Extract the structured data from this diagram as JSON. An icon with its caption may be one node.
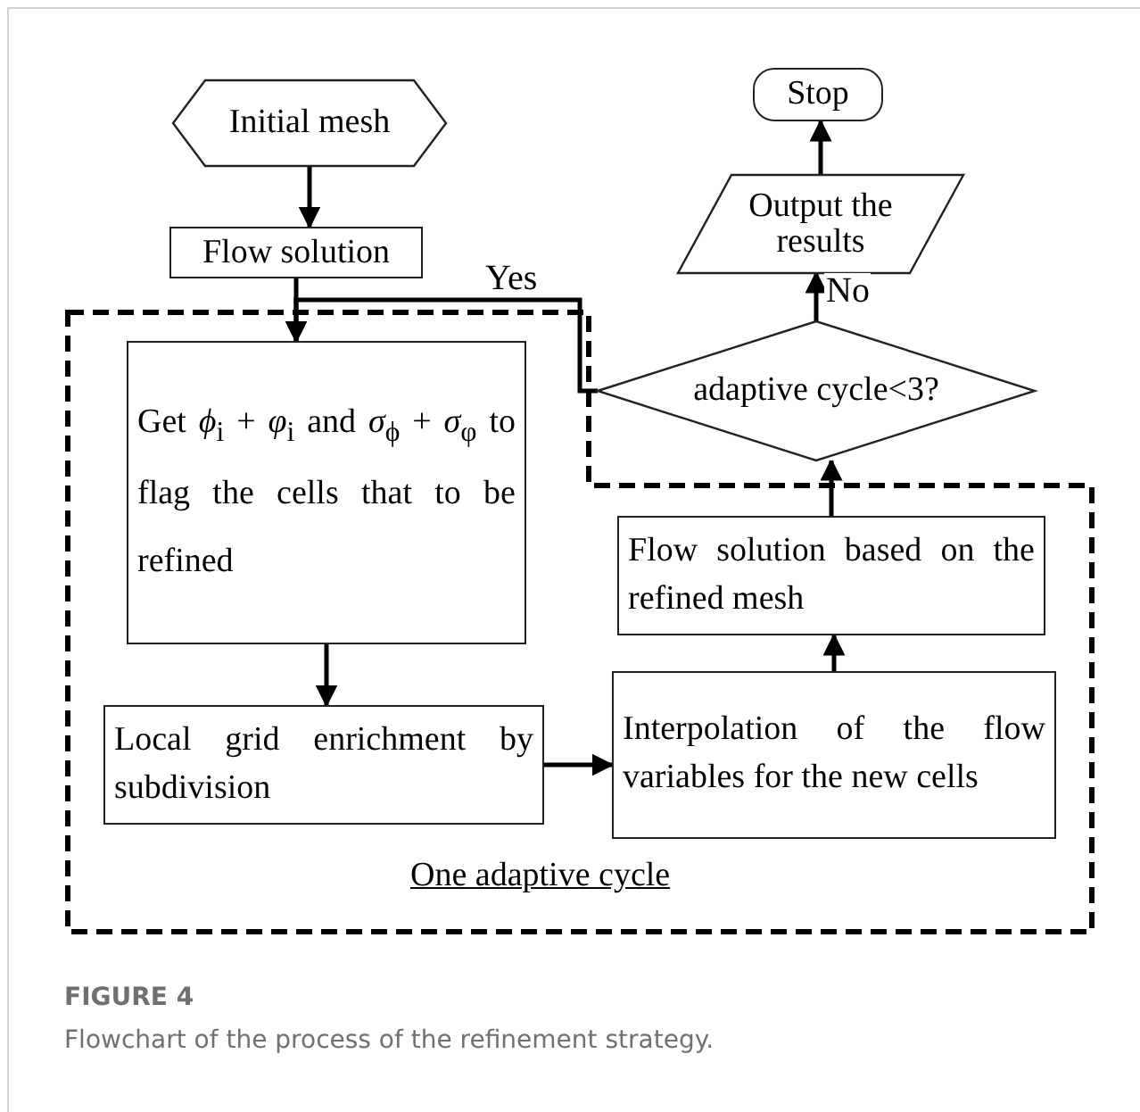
{
  "diagram": {
    "title": "FIGURE 4",
    "caption": "Flowchart of the process of the refinement strategy.",
    "nodes": [
      {
        "text": [
          "Initial mesh"
        ]
      },
      {
        "text": [
          "Flow solution"
        ]
      },
      {
        "text": [
          "One adaptive cycle"
        ]
      },
      {
        "text": [
          "Get *ϕ*$_{i}$ + *φ*$_{i}$ and *σ*$_{ϕ}$ + *σ*$_{φ}$ to flag the cells that to be refined"
        ],
        "in": 2
      },
      {
        "text": [
          "Local grid enrichment by subdivision"
        ],
        "in": 2
      },
      {
        "text": [
          "Interpolation of the flow variables for the new cells"
        ],
        "in": 2
      },
      {
        "text": [
          "Flow solution based on the refined mesh"
        ],
        "in": 2
      },
      {
        "text": [
          "adaptive cycle<3?"
        ]
      },
      {
        "text": [
          "Output the results"
        ]
      },
      {
        "text": [
          "Stop"
        ]
      }
    ],
    "edges": [
      {
        "from": 0,
        "to": 1,
        "arrow": "to"
      },
      {
        "from": 1,
        "to": 3,
        "arrow": "to"
      },
      {
        "from": 3,
        "to": 4,
        "arrow": "to"
      },
      {
        "from": 4,
        "to": 5,
        "arrow": "to"
      },
      {
        "from": 5,
        "to": 6,
        "arrow": "to"
      },
      {
        "from": 6,
        "to": 7,
        "arrow": "to"
      },
      {
        "from": 7,
        "to": 8,
        "arrow": "to",
        "label": "No"
      },
      {
        "from": 8,
        "to": 9,
        "arrow": "to"
      },
      {
        "from": 7,
        "to": 3,
        "arrow": "to",
        "label": "Yes"
      }
    ]
  }
}
